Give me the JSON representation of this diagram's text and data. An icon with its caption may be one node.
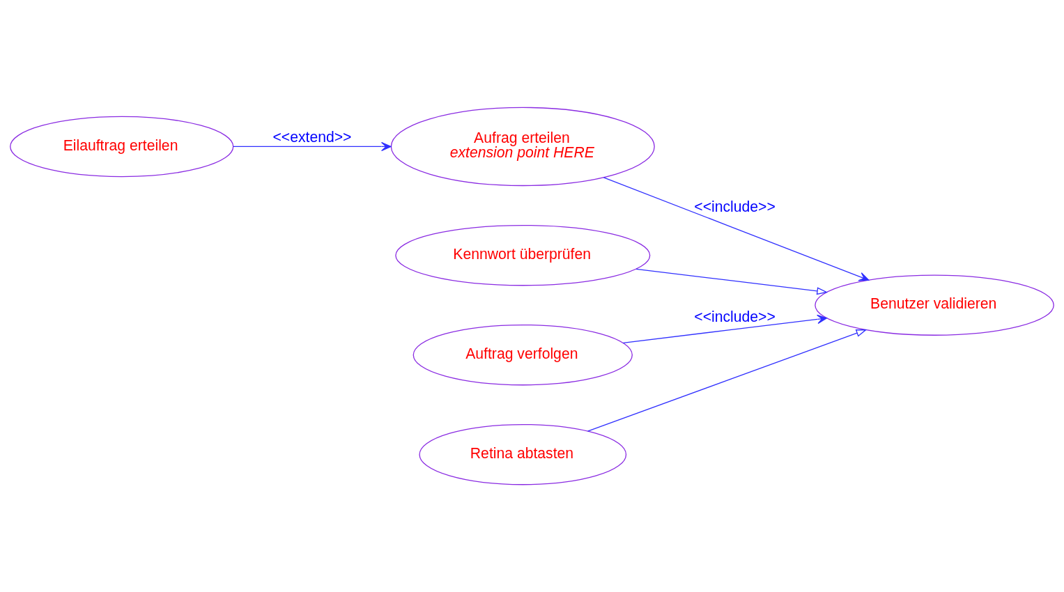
{
  "diagram": {
    "nodes": [
      {
        "text": [
          "Eilauftrag erteilen"
        ]
      },
      {
        "text": [
          "Aufrag erteilen",
          "extension point HERE"
        ]
      },
      {
        "text": [
          "Kennwort überprüfen"
        ]
      },
      {
        "text": [
          "Benutzer validieren"
        ]
      },
      {
        "text": [
          "Auftrag verfolgen"
        ]
      },
      {
        "text": [
          "Retina abtasten"
        ]
      }
    ],
    "edges": [
      {
        "from": 0,
        "to": 1,
        "arrow": "to",
        "label": "<<extend>>"
      },
      {
        "from": 1,
        "to": 3,
        "arrow": "to",
        "label": "<<include>>"
      },
      {
        "from": 4,
        "to": 3,
        "arrow": "to",
        "label": "<<include>>"
      },
      {
        "from": 2,
        "to": 3,
        "arrow": "to"
      },
      {
        "from": 5,
        "to": 3,
        "arrow": "to"
      }
    ]
  }
}
